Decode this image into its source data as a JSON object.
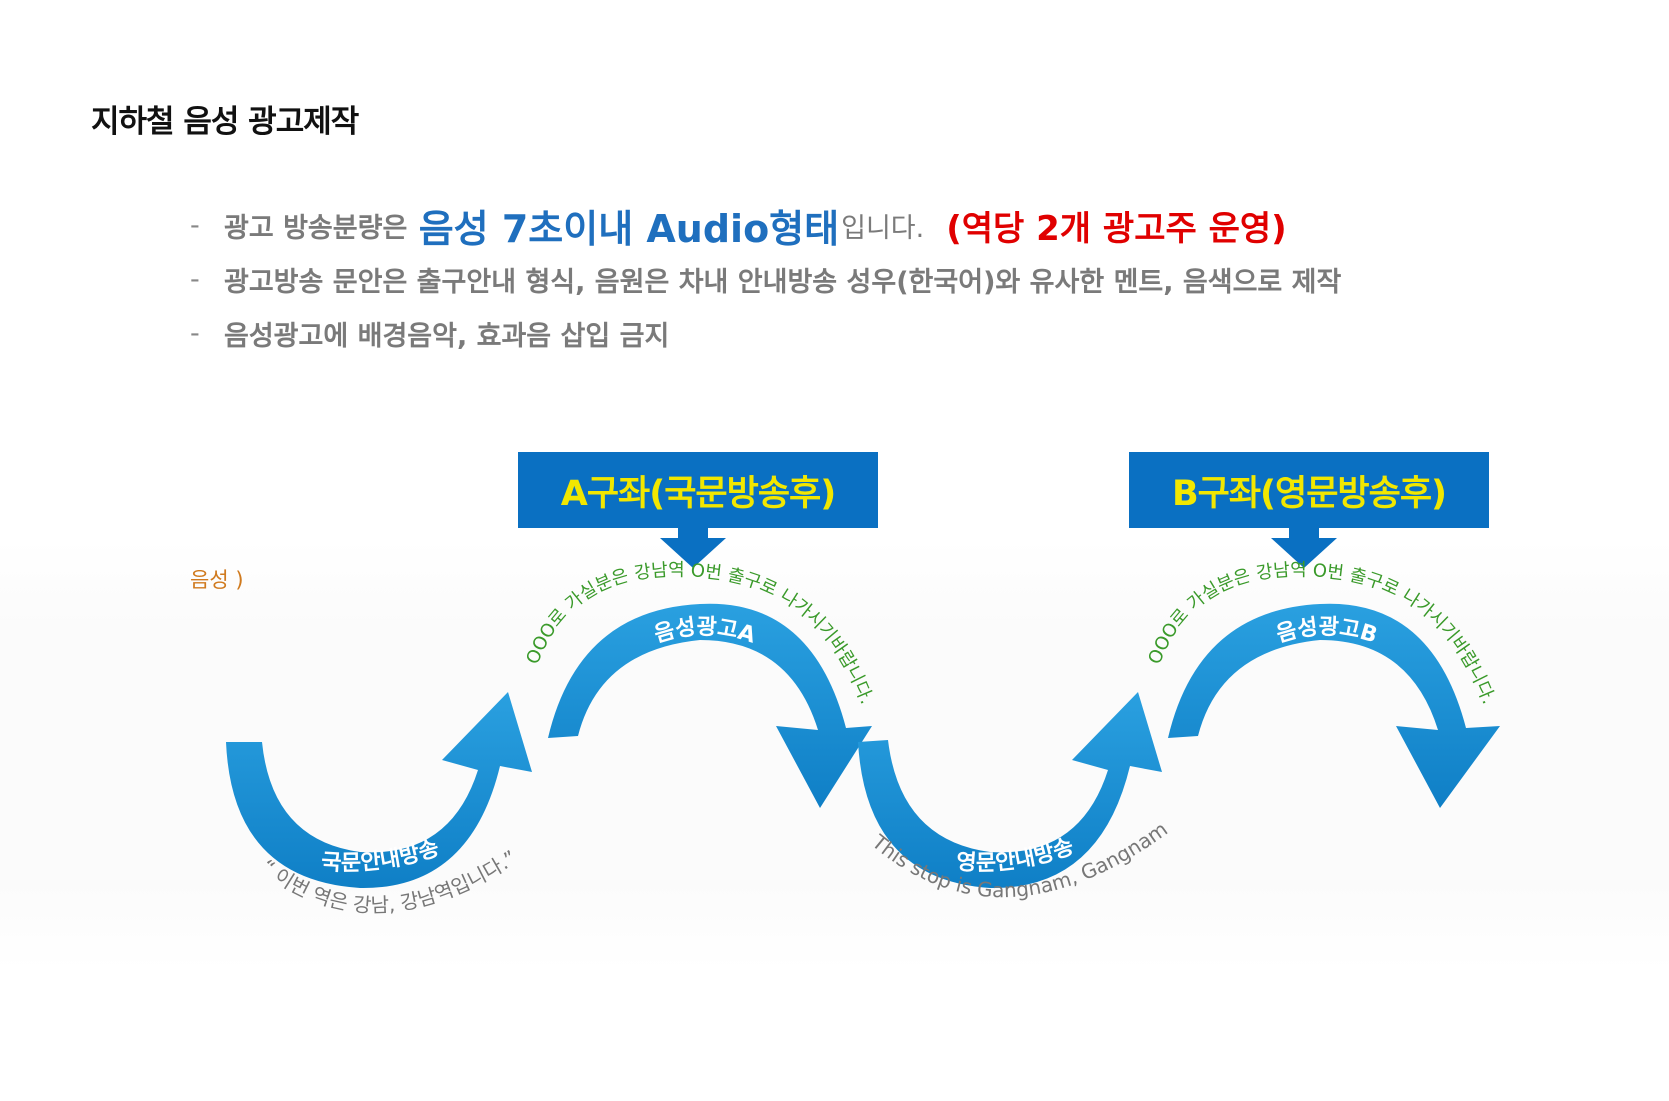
{
  "title": "지하철 음성 광고제작",
  "bullets": [
    {
      "dash": "-",
      "pre": "광고 방송분량은",
      "highlight": "음성 7초이내 Audio형태",
      "post": "입니다.",
      "red": "(역당 2개 광고주 운영)"
    },
    {
      "dash": "-",
      "text": "광고방송 문안은 출구안내 형식, 음원은 차내 안내방송 성우(한국어)와 유사한 멘트, 음색으로 제작"
    },
    {
      "dash": "-",
      "text": "음성광고에 배경음악, 효과음 삽입 금지"
    }
  ],
  "boxes": {
    "a": "A구좌(국문방송후)",
    "b": "B구좌(영문방송후)"
  },
  "voice_label": "음성 )",
  "segments": {
    "korean_announce": "국문안내방송",
    "ad_a": "음성광고A",
    "english_announce": "영문안내방송",
    "ad_b": "음성광고B"
  },
  "captions": {
    "korean_quote": "“ 이번 역은 강남, 강남역입니다.”",
    "english_quote": "“This stop is Gangnam, Gangnam”",
    "ad_a_script": "OOO로 가실분은 강남역 O번 출구로 나가시기바랍니다.",
    "ad_b_script": "OOO로 가실분은 강남역 O번 출구로 나가시기바랍니다."
  },
  "colors": {
    "box_bg": "#0a70c2",
    "box_text": "#f2e700",
    "arrow_blue": "#1289d0",
    "arrow_light": "#2aa0e0",
    "script_green": "#3a9a2a",
    "caption_gray": "#777777",
    "highlight_blue": "#1f6fbe",
    "highlight_red": "#e00000",
    "voice_orange": "#d07a1e"
  }
}
